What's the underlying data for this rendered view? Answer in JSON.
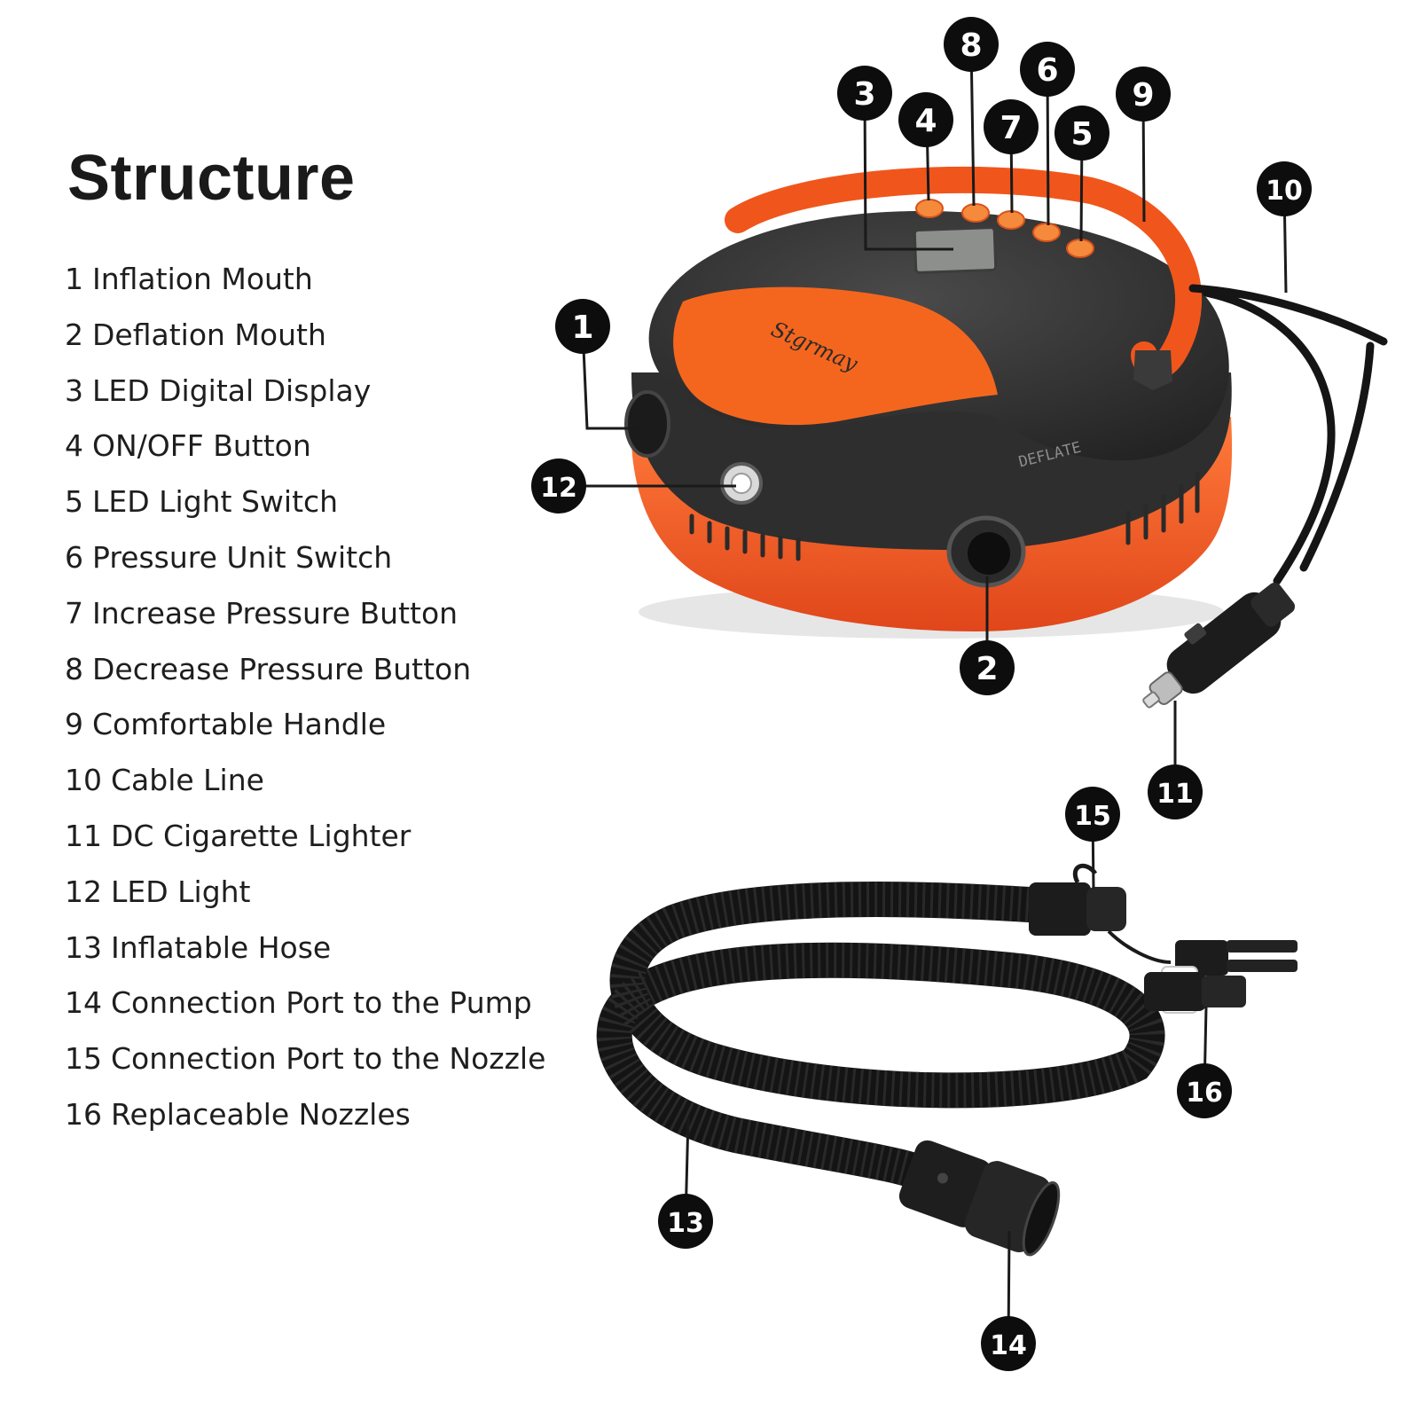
{
  "title": "Structure",
  "parts": [
    {
      "num": "1",
      "label": "Inflation Mouth"
    },
    {
      "num": "2",
      "label": "Deflation Mouth"
    },
    {
      "num": "3",
      "label": "LED Digital Display"
    },
    {
      "num": "4",
      "label": "ON/OFF Button"
    },
    {
      "num": "5",
      "label": "LED Light Switch"
    },
    {
      "num": "6",
      "label": "Pressure Unit Switch"
    },
    {
      "num": "7",
      "label": "Increase Pressure Button"
    },
    {
      "num": "8",
      "label": "Decrease Pressure Button"
    },
    {
      "num": "9",
      "label": "Comfortable Handle"
    },
    {
      "num": "10",
      "label": "Cable Line"
    },
    {
      "num": "11",
      "label": "DC Cigarette Lighter"
    },
    {
      "num": "12",
      "label": "LED Light"
    },
    {
      "num": "13",
      "label": "Inflatable Hose"
    },
    {
      "num": "14",
      "label": "Connection Port to the Pump"
    },
    {
      "num": "15",
      "label": "Connection Port to the Nozzle"
    },
    {
      "num": "16",
      "label": "Replaceable Nozzles"
    }
  ],
  "product_marks": {
    "brand": "Stgrmay",
    "side_text": "DEFLATE"
  },
  "colors": {
    "pump_orange": "#f2571f",
    "pump_dark": "#343434",
    "hose": "#161616",
    "callout_fill": "#0d0d0d"
  }
}
